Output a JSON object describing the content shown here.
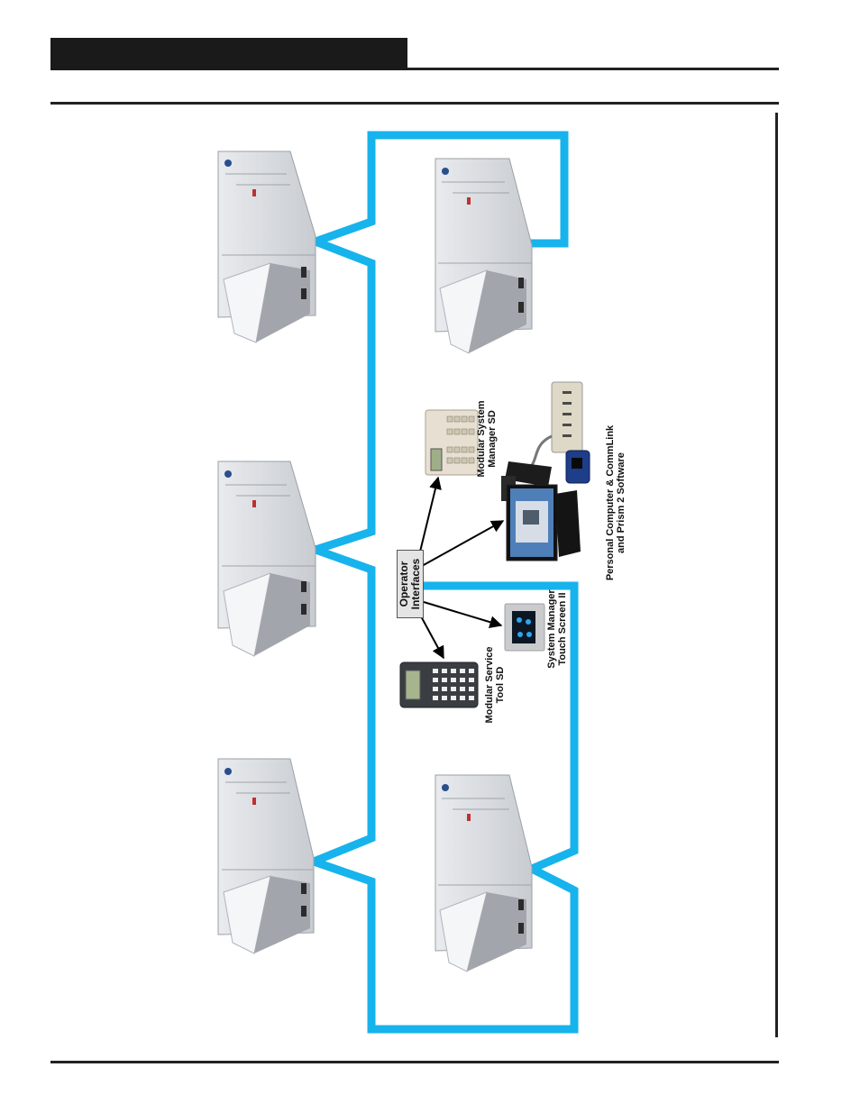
{
  "header": {
    "bar_color": "#1a1a1a"
  },
  "network": {
    "wire_color": "#17b3ec"
  },
  "units": [
    {
      "id": "unit-top-left"
    },
    {
      "id": "unit-top-right"
    },
    {
      "id": "unit-mid-left"
    },
    {
      "id": "unit-bottom-left"
    },
    {
      "id": "unit-bottom-right"
    }
  ],
  "operator_interfaces": {
    "hub_line1": "Operator",
    "hub_line2": "Interfaces",
    "items": [
      {
        "line1": "Modular System",
        "line2": "Manager SD"
      },
      {
        "line1": "Personal Computer & CommLink",
        "line2": "and Prism 2 Software"
      },
      {
        "line1": "System Manager",
        "line2": "Touch Screen II"
      },
      {
        "line1": "Modular Service",
        "line2": "Tool SD"
      }
    ]
  }
}
